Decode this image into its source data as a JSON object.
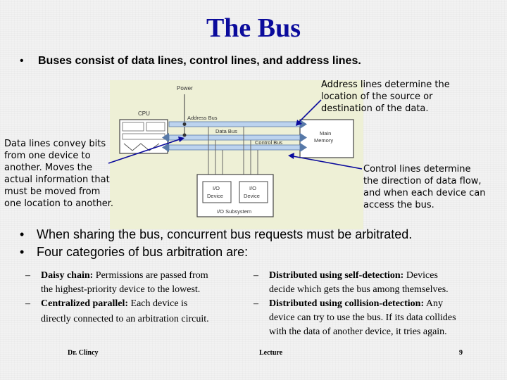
{
  "slide": {
    "title": "The Bus",
    "bullet_symbol": "•",
    "dash_symbol": "–",
    "intro_bullet": "Buses consist of data lines, control lines, and address lines.",
    "annotations": {
      "address": [
        "Address lines determine the",
        "location of the source or",
        "destination of the data."
      ],
      "data": [
        "Data lines convey bits",
        "from one device to",
        "another. Moves the",
        "actual information that",
        "must be moved from",
        "one location to another."
      ],
      "control": [
        "Control lines determine",
        "the direction of data flow,",
        "and when each device can",
        "access the bus."
      ]
    },
    "diagram": {
      "power": "Power",
      "cpu": "CPU",
      "address_bus": "Address Bus",
      "data_bus": "Data Bus",
      "control_bus": "Control Bus",
      "main_memory": [
        "Main",
        "Memory"
      ],
      "io_device_1": [
        "I/O",
        "Device"
      ],
      "io_device_2": [
        "I/O",
        "Device"
      ],
      "io_subsystem": "I/O Subsystem"
    },
    "bullets": [
      "When sharing the bus, concurrent bus requests must be arbitrated.",
      "Four categories of bus arbitration are:"
    ],
    "left_items": [
      {
        "term": "Daisy chain:",
        "lines": [
          " Permissions are passed from",
          "the highest-priority device to the lowest."
        ]
      },
      {
        "term": "Centralized parallel:",
        "lines": [
          " Each device is",
          "directly connected to an arbitration circuit."
        ]
      }
    ],
    "right_items": [
      {
        "term": "Distributed using self-detection:",
        "lines": [
          " Devices",
          "decide which gets the bus among themselves."
        ]
      },
      {
        "term": "Distributed using collision-detection:",
        "lines": [
          " Any",
          "device can try to use the bus.  If its data collides",
          "with the data of another device,    it tries again."
        ]
      }
    ],
    "footer": {
      "author": "Dr. Clincy",
      "center": "Lecture",
      "page": "9"
    }
  }
}
